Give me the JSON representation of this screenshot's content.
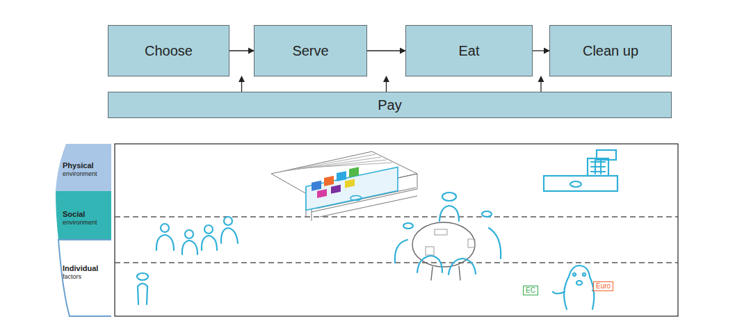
{
  "diagram": {
    "nodes": [
      {
        "text": [
          "Choose"
        ]
      },
      {
        "text": [
          "Serve"
        ]
      },
      {
        "text": [
          "Eat"
        ]
      },
      {
        "text": [
          "Clean up"
        ]
      },
      {
        "text": [
          "Pay"
        ]
      },
      {
        "text": [
          "Physical environment"
        ]
      },
      {
        "text": [
          "Social environment"
        ]
      },
      {
        "text": [
          "Individual factors"
        ]
      }
    ],
    "edges": [
      {
        "from": 0,
        "to": 1,
        "arrow": "to"
      },
      {
        "from": 1,
        "to": 2,
        "arrow": "to"
      },
      {
        "from": 2,
        "to": 3,
        "arrow": "to"
      },
      {
        "from": 4,
        "to": 1,
        "arrow": "to"
      },
      {
        "from": 4,
        "to": 2,
        "arrow": "to"
      },
      {
        "from": 4,
        "to": 3,
        "arrow": "to"
      }
    ],
    "labels": [
      "EC",
      "Euro"
    ]
  }
}
